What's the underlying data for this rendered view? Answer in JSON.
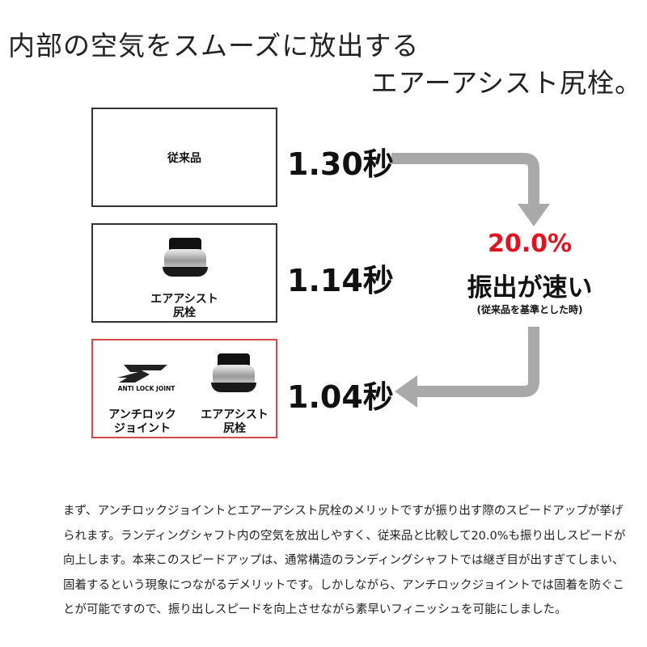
{
  "headline": {
    "line1": "内部の空気をスムーズに放出する",
    "line2": "エアーアシスト尻栓。"
  },
  "rows": [
    {
      "label": "従来品",
      "time": "1.30秒"
    },
    {
      "label": "エアアシスト\n尻栓",
      "label_lines": [
        "エアアシスト",
        "尻栓"
      ],
      "time": "1.14秒"
    },
    {
      "labels": [
        {
          "lines": [
            "アンチロック",
            "ジョイント"
          ]
        },
        {
          "lines": [
            "エアアシスト",
            "尻栓"
          ]
        }
      ],
      "logo_text": "ANTI LOCK JOINT",
      "time": "1.04秒"
    }
  ],
  "result": {
    "percent": "20.0%",
    "headline": "振出が速い",
    "note": "(従来品を基準とした時)"
  },
  "colors": {
    "accent_red": "#e0141e",
    "arrow_gray": "#a9a9a9",
    "highlight_border": "#d44a4a"
  },
  "paragraph": [
    "まず、アンチロックジョイントとエアーアシスト尻栓のメリットですが振り出す際のスピードアップが挙げ",
    "られます。ランディングシャフト内の空気を放出しやすく、従来品と比較して20.0%も振り出しスピードが",
    "向上します。本来このスピードアップは、通常構造のランディングシャフトでは継ぎ目が出すぎてしまい、",
    "固着するという現象につながるデメリットです。しかしながら、アンチロックジョイントでは固着を防ぐこ",
    "とが可能ですので、振り出しスピードを向上させながら素早いフィニッシュを可能にしました。"
  ]
}
